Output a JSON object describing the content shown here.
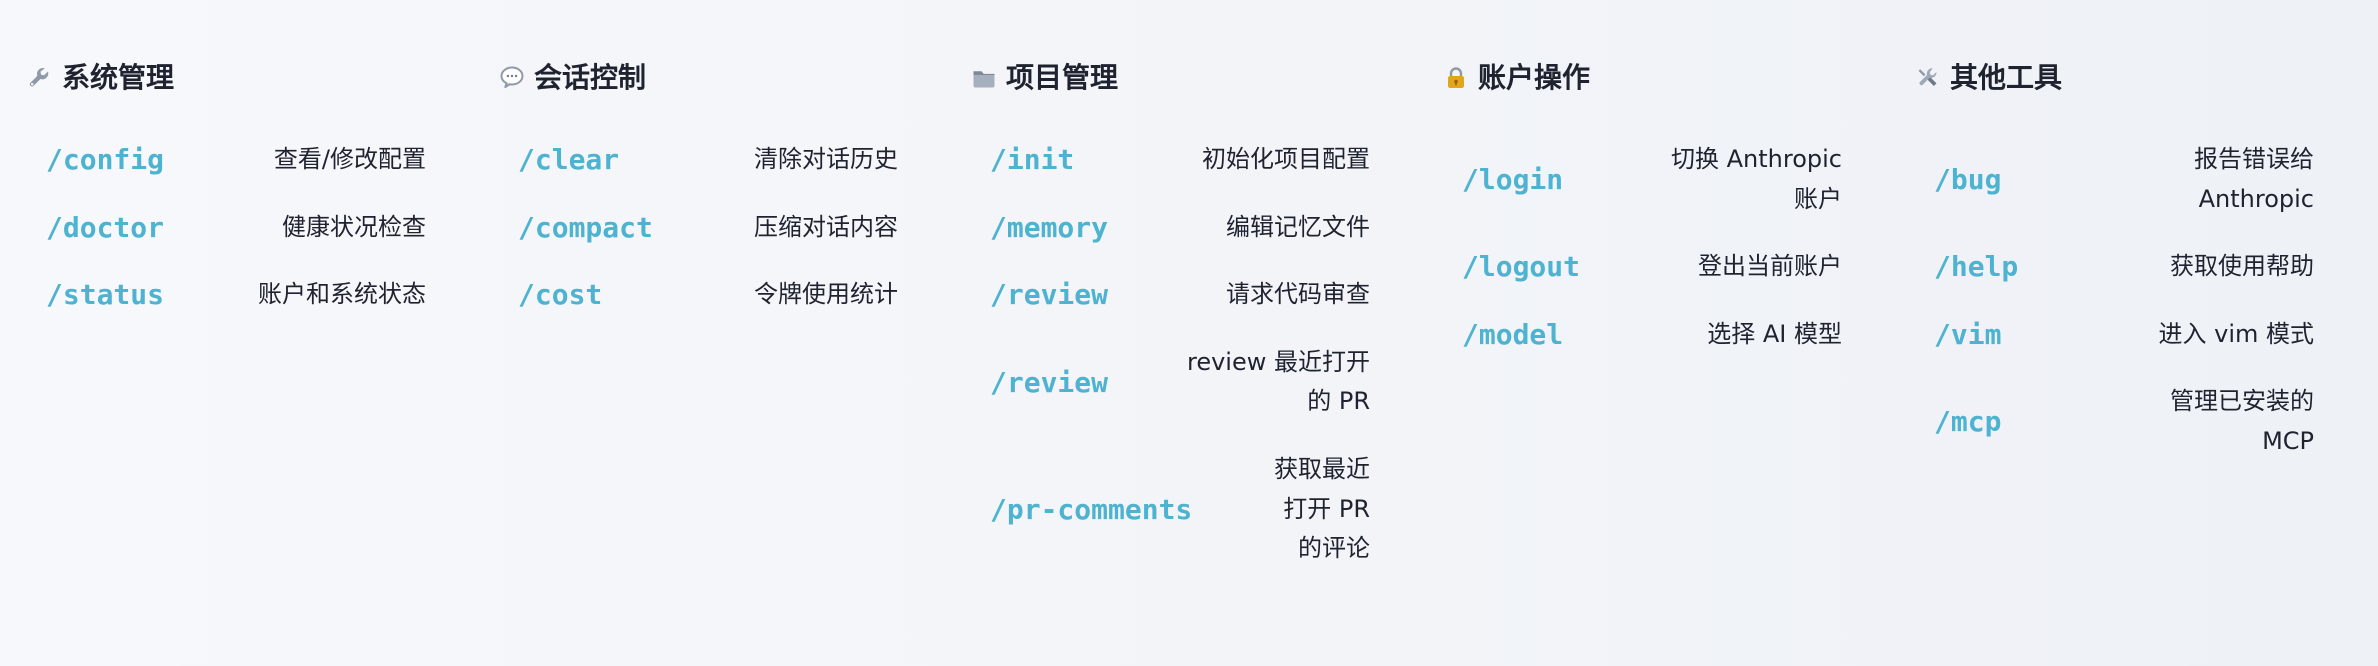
{
  "sections": [
    {
      "icon": "wrench-icon",
      "title": "系统管理",
      "commands": [
        {
          "name": "/config",
          "description": "查看/修改配置"
        },
        {
          "name": "/doctor",
          "description": "健康状况检查"
        },
        {
          "name": "/status",
          "description": "账户和系统状态"
        }
      ]
    },
    {
      "icon": "speech-bubble-icon",
      "title": "会话控制",
      "commands": [
        {
          "name": "/clear",
          "description": "清除对话历史"
        },
        {
          "name": "/compact",
          "description": "压缩对话内容"
        },
        {
          "name": "/cost",
          "description": "令牌使用统计"
        }
      ]
    },
    {
      "icon": "folder-icon",
      "title": "项目管理",
      "commands": [
        {
          "name": "/init",
          "description": "初始化项目配置"
        },
        {
          "name": "/memory",
          "description": "编辑记忆文件"
        },
        {
          "name": "/review",
          "description": "请求代码审查"
        },
        {
          "name": "/review",
          "description": "review 最近打开的 PR"
        },
        {
          "name": "/pr-comments",
          "description": "获取最近打开 PR 的评论"
        }
      ]
    },
    {
      "icon": "lock-icon",
      "title": "账户操作",
      "commands": [
        {
          "name": "/login",
          "description": "切换 Anthropic 账户"
        },
        {
          "name": "/logout",
          "description": "登出当前账户"
        },
        {
          "name": "/model",
          "description": "选择 AI 模型"
        }
      ]
    },
    {
      "icon": "tools-icon",
      "title": "其他工具",
      "commands": [
        {
          "name": "/bug",
          "description": "报告错误给 Anthropic"
        },
        {
          "name": "/help",
          "description": "获取使用帮助"
        },
        {
          "name": "/vim",
          "description": "进入 vim 模式"
        },
        {
          "name": "/mcp",
          "description": "管理已安装的 MCP"
        }
      ]
    }
  ]
}
